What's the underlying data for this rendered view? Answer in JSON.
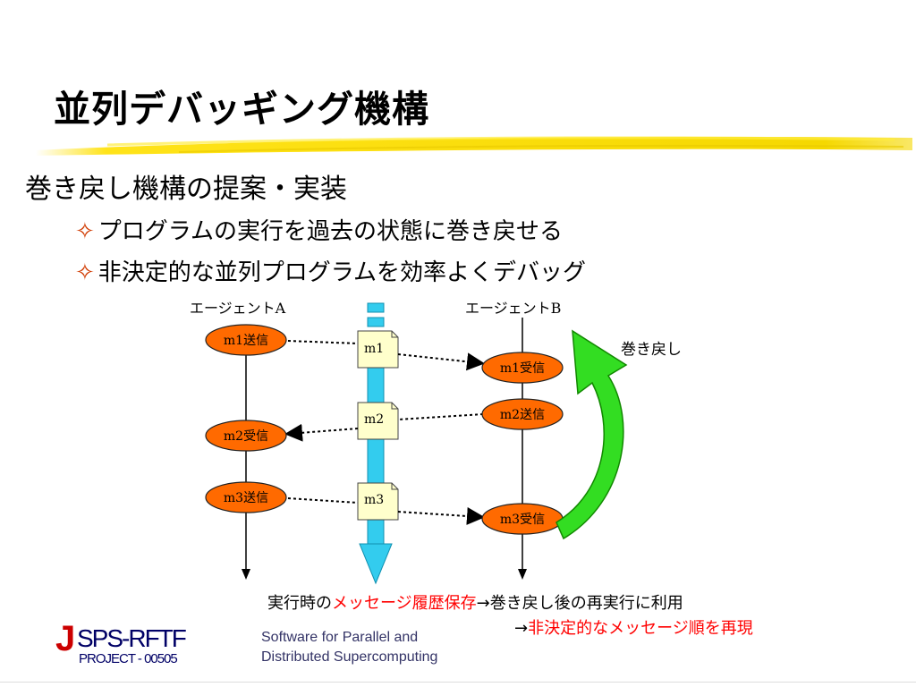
{
  "title": "並列デバッギング機構",
  "bullet_main": "巻き戻し機構の提案・実装",
  "sub_bullets": [
    {
      "mark": "✧",
      "text": "プログラムの実行を過去の状態に巻き戻せる"
    },
    {
      "mark": "✧",
      "text": "非決定的な並列プログラムを効率よくデバッグ"
    }
  ],
  "diagram": {
    "agent_a_label": "エージェントA",
    "agent_b_label": "エージェントB",
    "rewind_label": "巻き戻し",
    "events": {
      "a1": "m1送信",
      "a2": "m2受信",
      "a3": "m3送信",
      "b1": "m1受信",
      "b2": "m2送信",
      "b3": "m3受信"
    },
    "messages": [
      "m1",
      "m2",
      "m3"
    ],
    "colors": {
      "event_fill": "#ff6a00",
      "timeline_fill": "#33ccee",
      "note_fill": "#ffffcc",
      "rewind_arrow": "#33dd22"
    }
  },
  "bottom_note": {
    "line1_a": "実行時の",
    "line1_b": "メッセージ履歴保存",
    "line1_c": "→巻き戻し後の再実行に利用",
    "line2_a": "→",
    "line2_b": "非決定的なメッセージ順を再現"
  },
  "footer": {
    "logo_j": "J",
    "logo_main": "SPS-RFTF",
    "logo_sub": "PROJECT - 00505",
    "line1": "Software for Parallel and",
    "line2": "Distributed Supercomputing"
  }
}
